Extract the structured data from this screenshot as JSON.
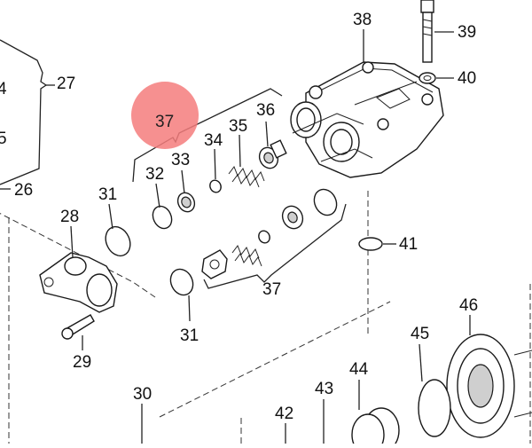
{
  "diagram": {
    "highlight_color": "#f47c7c",
    "callouts": {
      "p4": "4",
      "p5": "5",
      "p26": "26",
      "p27": "27",
      "p28": "28",
      "p29": "29",
      "p30": "30",
      "p31_top": "31",
      "p31_bottom": "31",
      "p32": "32",
      "p33": "33",
      "p34": "34",
      "p35": "35",
      "p36": "36",
      "p37_highlight": "37",
      "p37_lower": "37",
      "p38": "38",
      "p39": "39",
      "p40": "40",
      "p41": "41",
      "p42": "42",
      "p43": "43",
      "p44": "44",
      "p45": "45",
      "p46": "46"
    }
  }
}
